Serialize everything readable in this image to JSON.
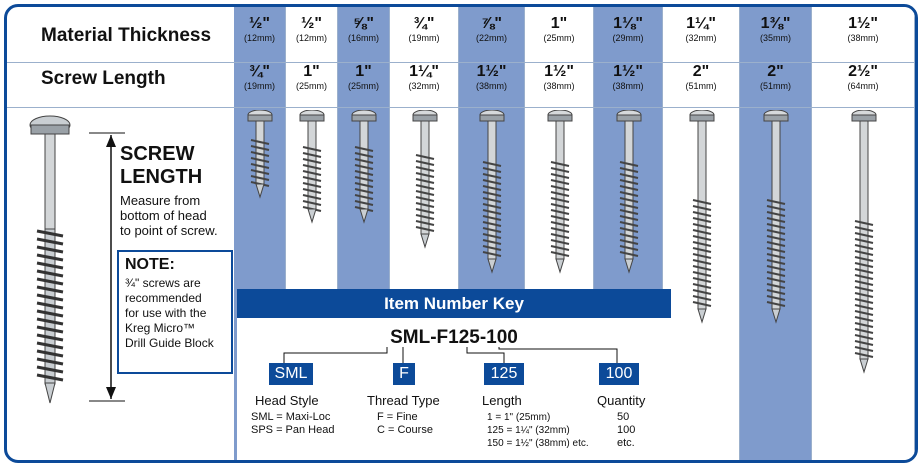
{
  "labels": {
    "material": "Material Thickness",
    "length": "Screw Length"
  },
  "columns": [
    {
      "t": "½\"",
      "tmm": "(12mm)",
      "l": "¾\"",
      "lmm": "(19mm)",
      "blue": true,
      "len": 0.75
    },
    {
      "t": "½\"",
      "tmm": "(12mm)",
      "l": "1\"",
      "lmm": "(25mm)",
      "blue": false,
      "len": 1
    },
    {
      "t": "⅝\"",
      "tmm": "(16mm)",
      "l": "1\"",
      "lmm": "(25mm)",
      "blue": true,
      "len": 1
    },
    {
      "t": "¾\"",
      "tmm": "(19mm)",
      "l": "1¼\"",
      "lmm": "(32mm)",
      "blue": false,
      "len": 1.25
    },
    {
      "t": "⅞\"",
      "tmm": "(22mm)",
      "l": "1½\"",
      "lmm": "(38mm)",
      "blue": true,
      "len": 1.5
    },
    {
      "t": "1\"",
      "tmm": "(25mm)",
      "l": "1½\"",
      "lmm": "(38mm)",
      "blue": false,
      "len": 1.5
    },
    {
      "t": "1⅛\"",
      "tmm": "(29mm)",
      "l": "1½\"",
      "lmm": "(38mm)",
      "blue": true,
      "len": 1.5
    },
    {
      "t": "1¼\"",
      "tmm": "(32mm)",
      "l": "2\"",
      "lmm": "(51mm)",
      "blue": false,
      "len": 2
    },
    {
      "t": "1⅜\"",
      "tmm": "(35mm)",
      "l": "2\"",
      "lmm": "(51mm)",
      "blue": true,
      "len": 2
    },
    {
      "t": "1½\"",
      "tmm": "(38mm)",
      "l": "2½\"",
      "lmm": "(64mm)",
      "blue": false,
      "len": 2.5
    }
  ],
  "screw_length": {
    "title1": "SCREW",
    "title2": "LENGTH",
    "desc": [
      "Measure from",
      "bottom of head",
      "to point of screw."
    ]
  },
  "note": {
    "title": "NOTE:",
    "lines": [
      "¾\" screws are",
      "recommended",
      "for use with the",
      "Kreg Micro™",
      "Drill Guide Block"
    ]
  },
  "key": {
    "title": "Item Number Key",
    "item": "SML-F125-100",
    "parts": [
      {
        "code": "SML",
        "label": "Head Style",
        "sub": [
          "SML = Maxi-Loc",
          "SPS = Pan Head"
        ]
      },
      {
        "code": "F",
        "label": "Thread Type",
        "sub": [
          "F = Fine",
          "C = Course"
        ]
      },
      {
        "code": "125",
        "label": "Length",
        "sub": [
          "1 = 1\" (25mm)",
          "125 = 1¼\" (32mm)",
          "150 = 1½\" (38mm) etc."
        ]
      },
      {
        "code": "100",
        "label": "Quantity",
        "sub": [
          "50",
          "100",
          "etc."
        ]
      }
    ]
  },
  "colors": {
    "blue_col": "#7f9bcc",
    "brand": "#0c4a99"
  }
}
